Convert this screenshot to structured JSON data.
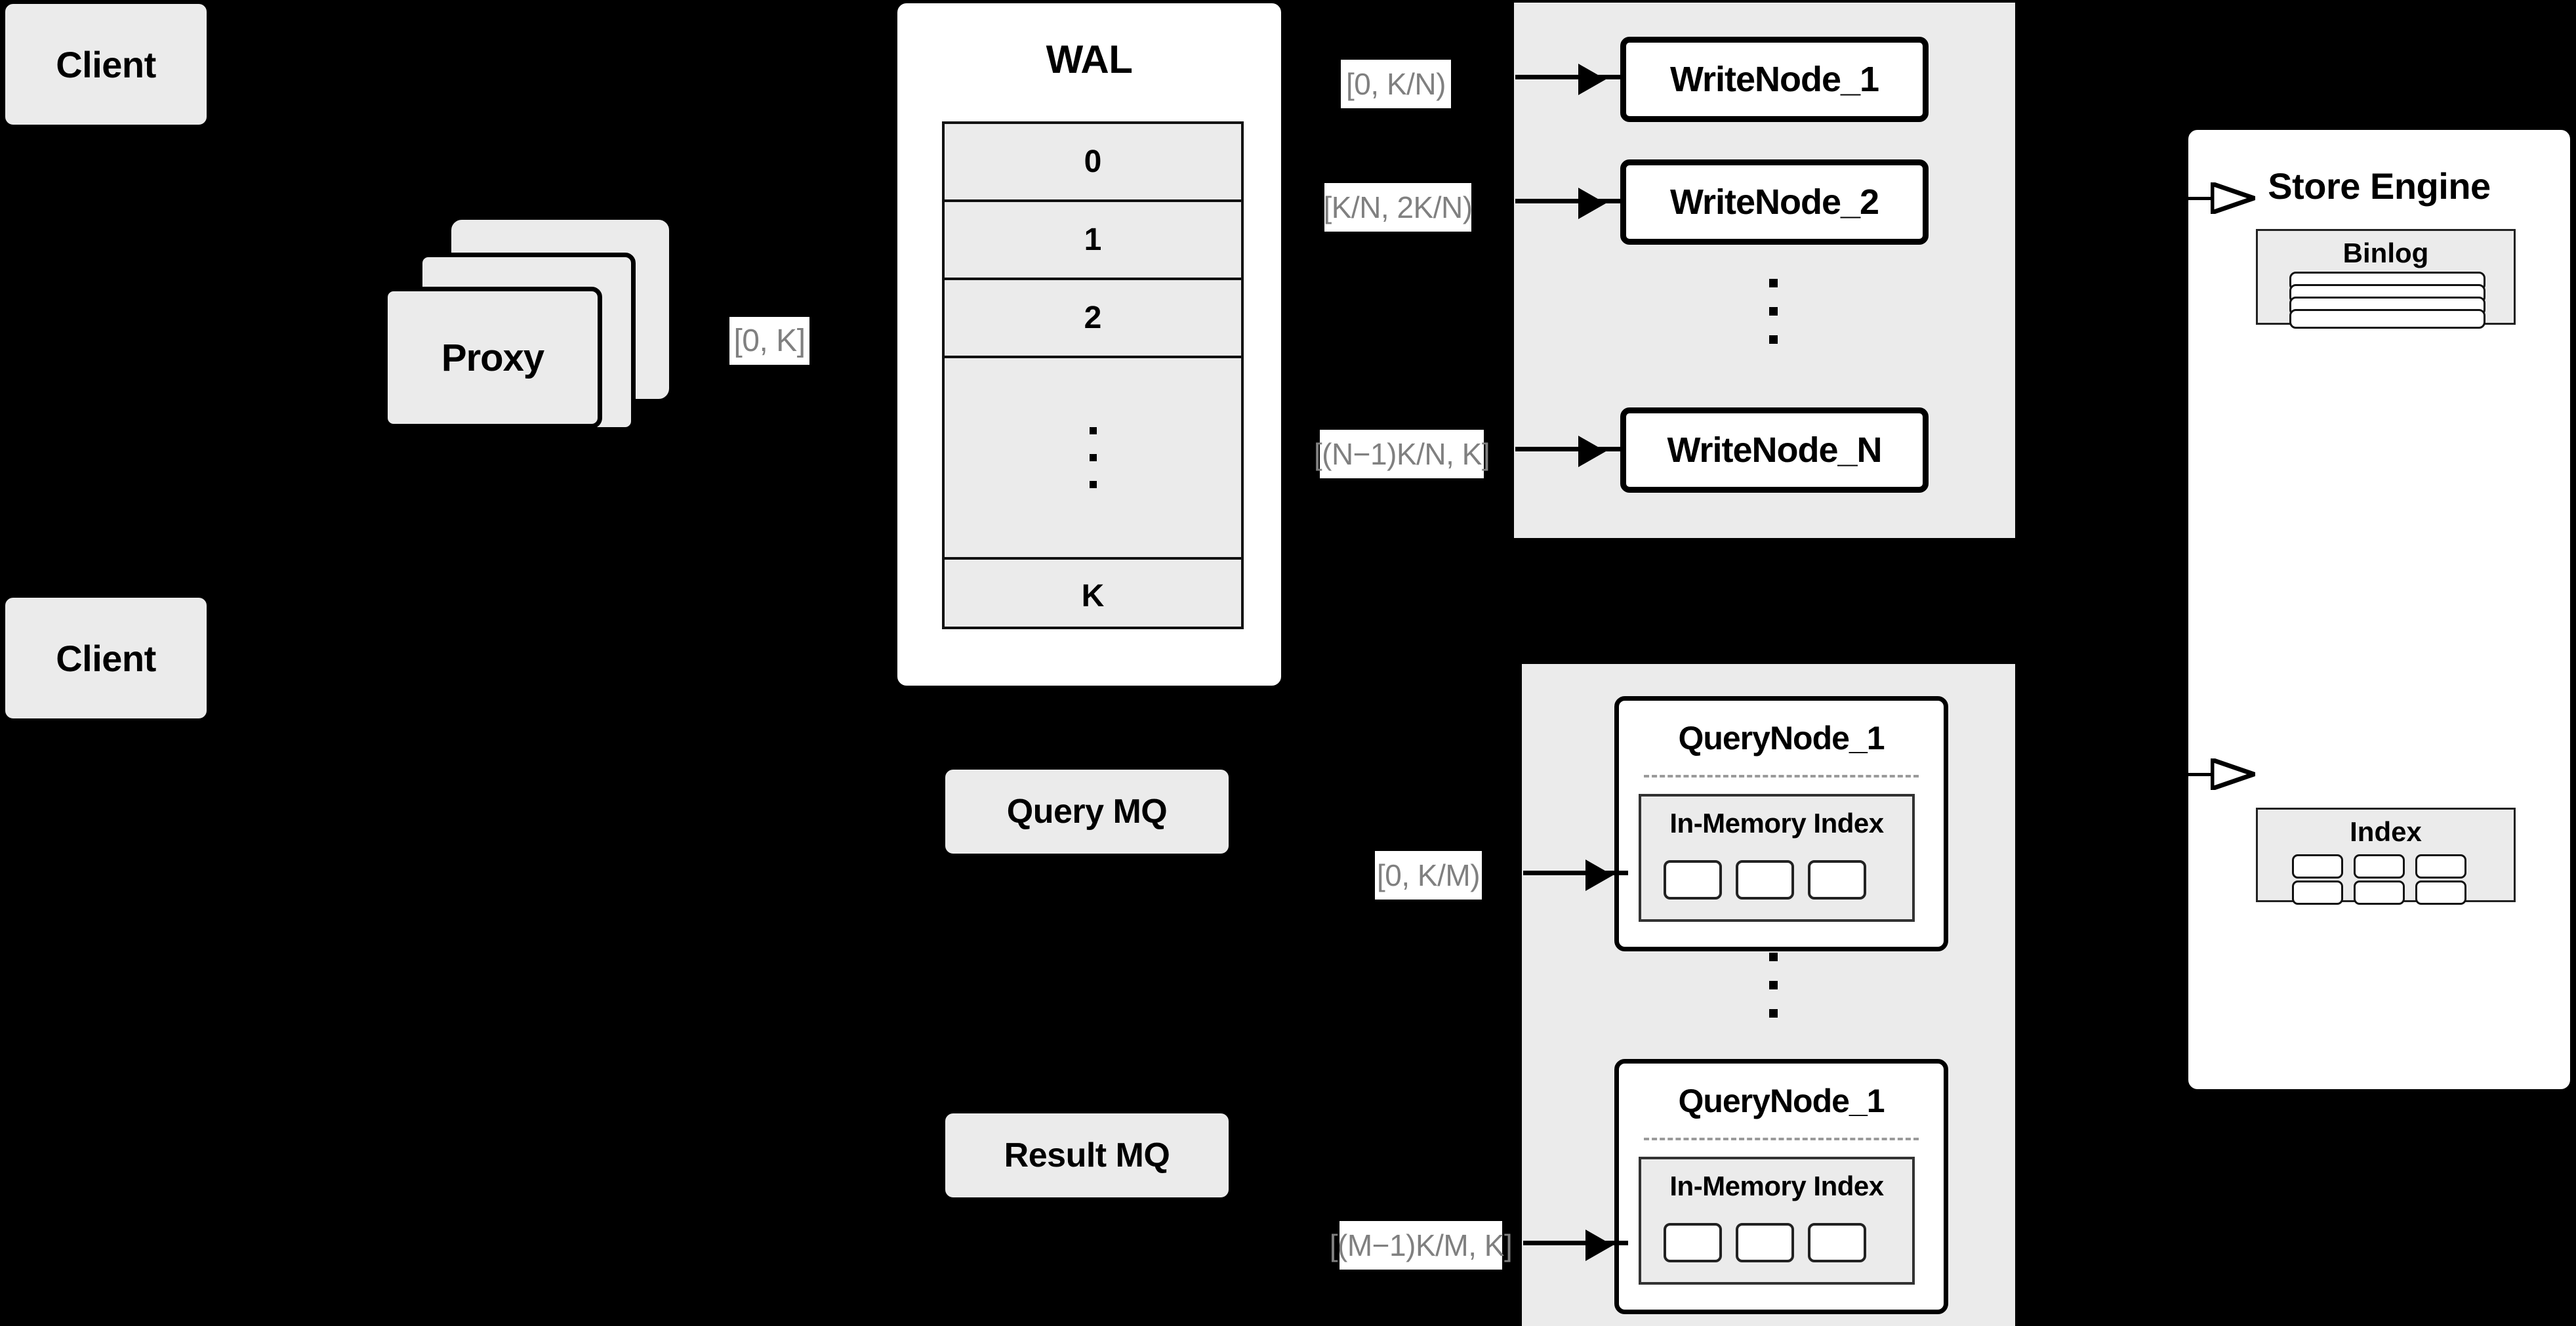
{
  "clients": [
    {
      "label": "Client"
    },
    {
      "label": "Client"
    }
  ],
  "proxy": {
    "label": "Proxy",
    "stack_count": 3,
    "range_label": "[0, K]"
  },
  "wal": {
    "title": "WAL",
    "cells": [
      "0",
      "1",
      "2",
      "⋮",
      "K"
    ],
    "dots_cell_index": 3
  },
  "write_nodes": {
    "nodes": [
      {
        "label": "WriteNode_1",
        "range_label": "[0,  K/N)"
      },
      {
        "label": "WriteNode_2",
        "range_label": "[K/N, 2K/N)"
      },
      {
        "label": "WriteNode_N",
        "range_label": "[(N−1)K/N,  K]"
      }
    ],
    "ellipsis": "⋮"
  },
  "query_mq": {
    "label": "Query MQ"
  },
  "result_mq": {
    "label": "Result MQ"
  },
  "query_nodes": {
    "nodes": [
      {
        "label": "QueryNode_1",
        "range_label": "[0, K/M)",
        "index_title": "In-Memory Index",
        "chips": [
          "",
          "",
          ""
        ]
      },
      {
        "label": "QueryNode_1",
        "range_label": "[(M−1)K/M, K]",
        "index_title": "In-Memory Index",
        "chips": [
          "",
          "",
          ""
        ]
      }
    ],
    "ellipsis": "⋮"
  },
  "store_engine": {
    "title": "Store Engine",
    "binlog": {
      "title": "Binlog",
      "bars": [
        "",
        "",
        "",
        ""
      ]
    },
    "index": {
      "title": "Index",
      "chips": [
        "",
        "",
        "",
        "",
        "",
        ""
      ]
    }
  },
  "colors": {
    "background": "#000000",
    "node_fill": "#ebebeb",
    "panel_fill": "#ffffff",
    "stroke": "#000000",
    "label_text": "#808080",
    "dashed_sep": "#9a9a9a"
  }
}
